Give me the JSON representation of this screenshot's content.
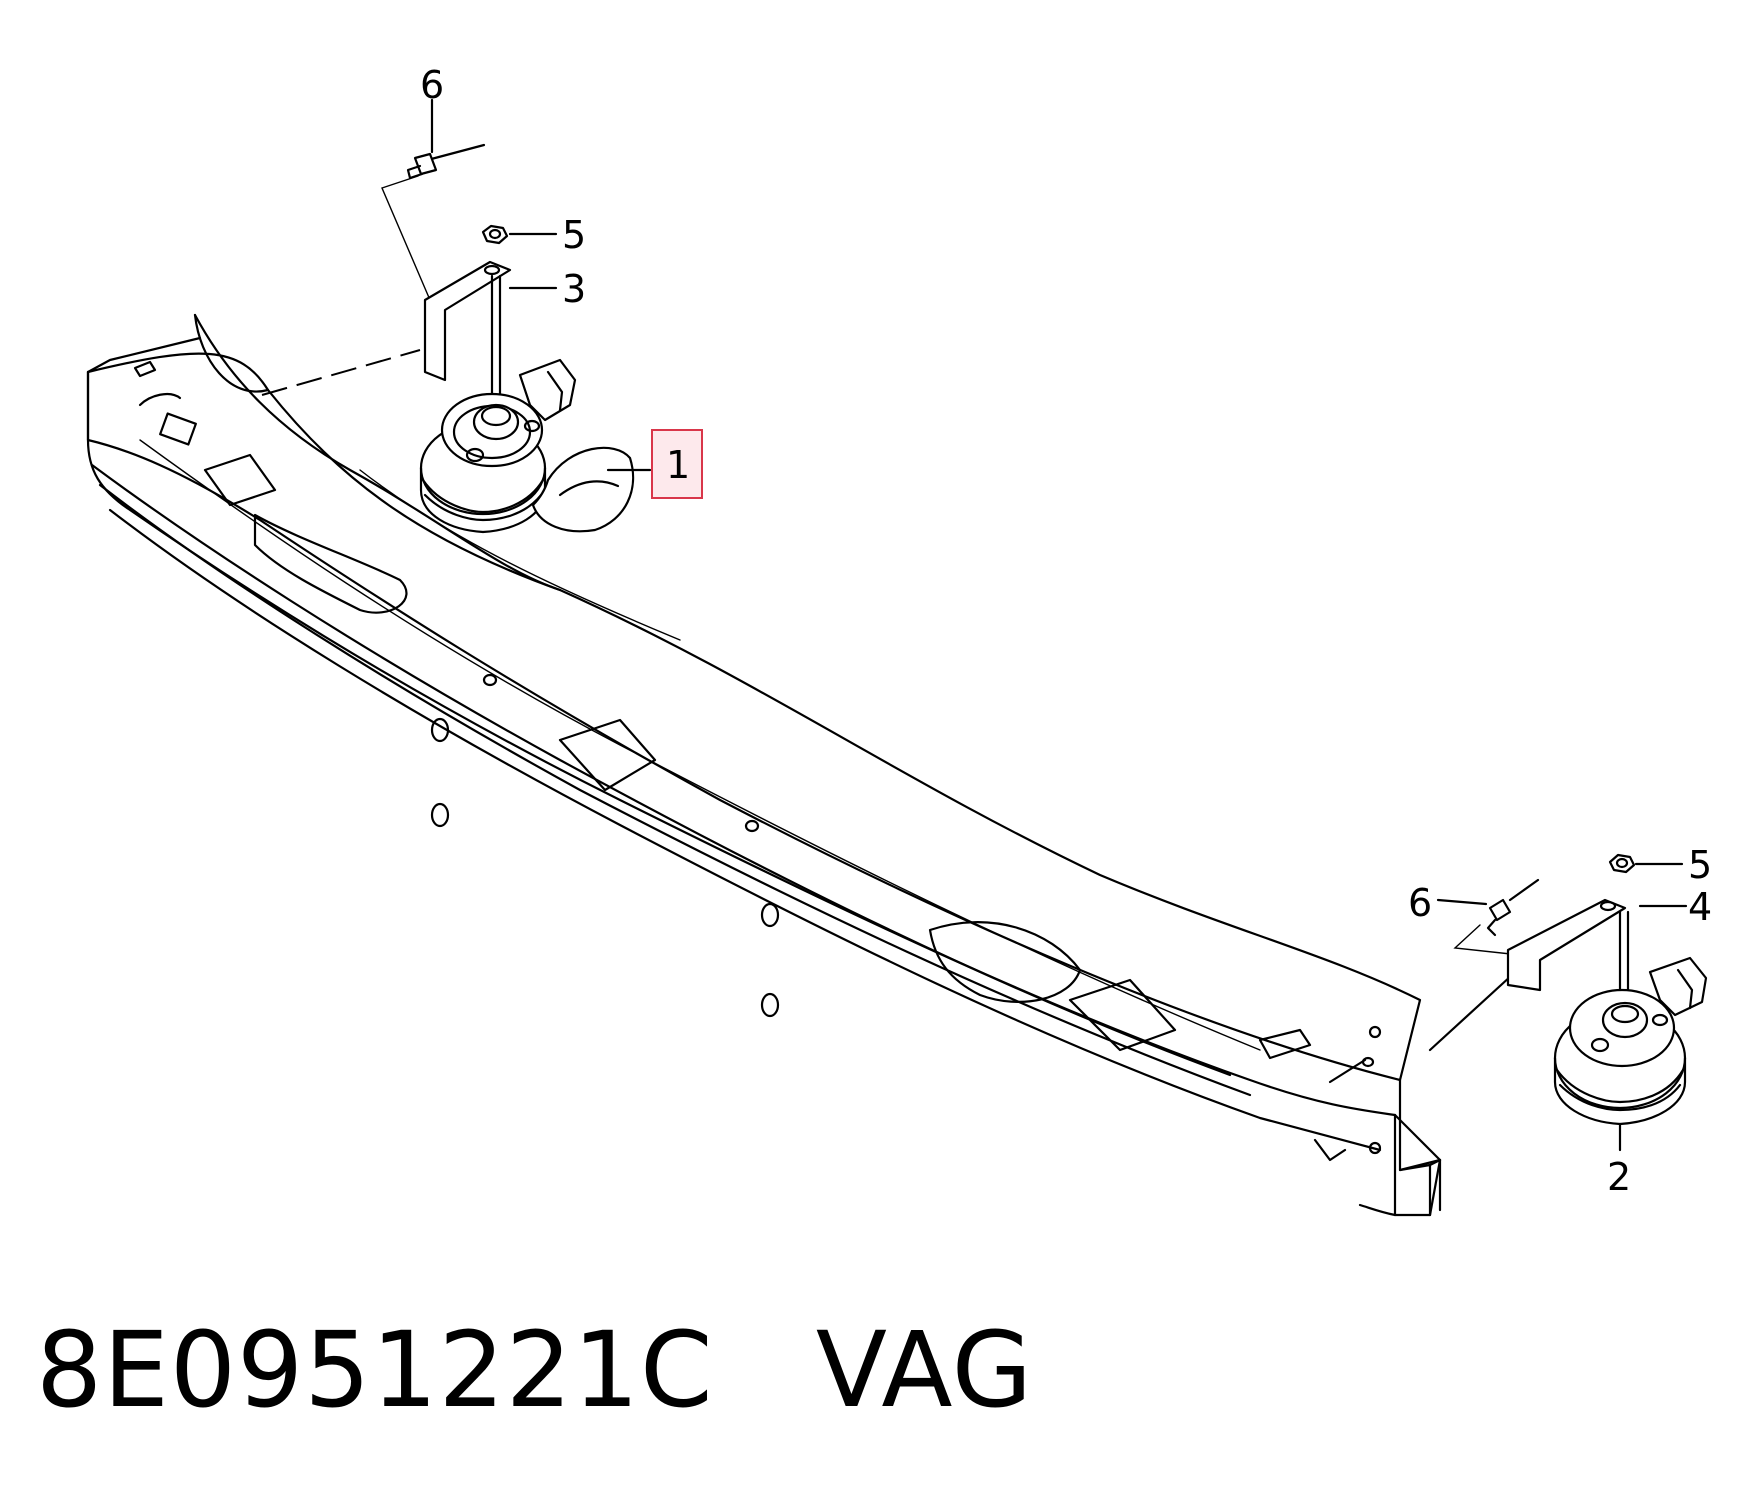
{
  "diagram": {
    "callouts": {
      "c1": "1",
      "c2": "2",
      "c3": "3",
      "c4": "4",
      "c5_top": "5",
      "c5_right": "5",
      "c6_top": "6",
      "c6_right": "6"
    },
    "highlighted_callout": "1",
    "highlight_color": "#d9364a"
  },
  "footer": {
    "part_number": "8E0951221C",
    "brand": "VAG"
  }
}
